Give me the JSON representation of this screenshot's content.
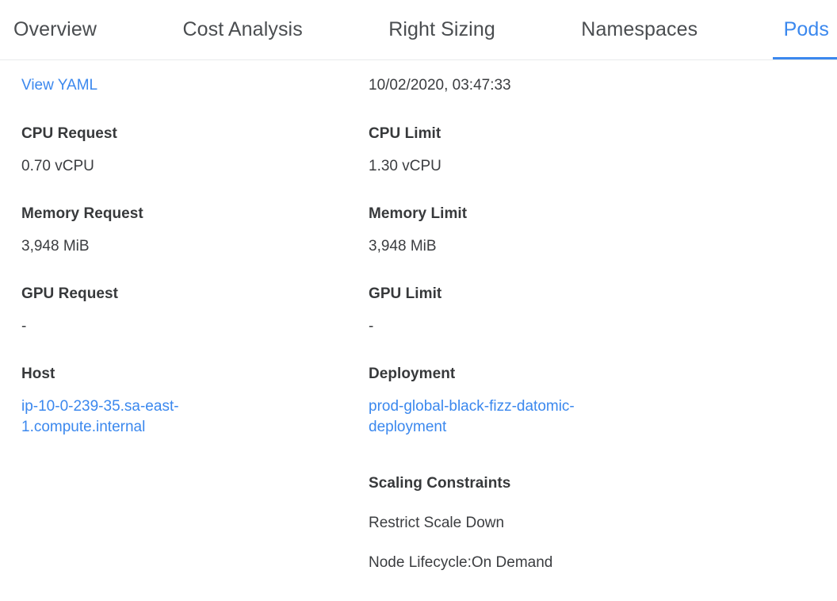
{
  "tabs": [
    {
      "label": "Overview",
      "active": false
    },
    {
      "label": "Cost Analysis",
      "active": false
    },
    {
      "label": "Right Sizing",
      "active": false
    },
    {
      "label": "Namespaces",
      "active": false
    },
    {
      "label": "Pods",
      "active": true
    }
  ],
  "colors": {
    "accent": "#3b88ee",
    "link": "#3b88ee",
    "heading": "#37393b",
    "value": "#3b3d40",
    "border": "#e9eaec"
  },
  "detail": {
    "view_yaml_label": "View YAML",
    "timestamp": "10/02/2020, 03:47:33",
    "cpu_request": {
      "label": "CPU Request",
      "value": "0.70 vCPU"
    },
    "cpu_limit": {
      "label": "CPU Limit",
      "value": "1.30 vCPU"
    },
    "memory_request": {
      "label": "Memory Request",
      "value": "3,948 MiB"
    },
    "memory_limit": {
      "label": "Memory Limit",
      "value": "3,948 MiB"
    },
    "gpu_request": {
      "label": "GPU Request",
      "value": "-"
    },
    "gpu_limit": {
      "label": "GPU Limit",
      "value": "-"
    },
    "host": {
      "label": "Host",
      "value": "ip-10-0-239-35.sa-east-1.compute.internal"
    },
    "deployment": {
      "label": "Deployment",
      "value": "prod-global-black-fizz-datomic-deployment"
    },
    "scaling_constraints": {
      "label": "Scaling Constraints",
      "items": [
        "Restrict Scale Down",
        "Node Lifecycle:On Demand"
      ]
    }
  }
}
